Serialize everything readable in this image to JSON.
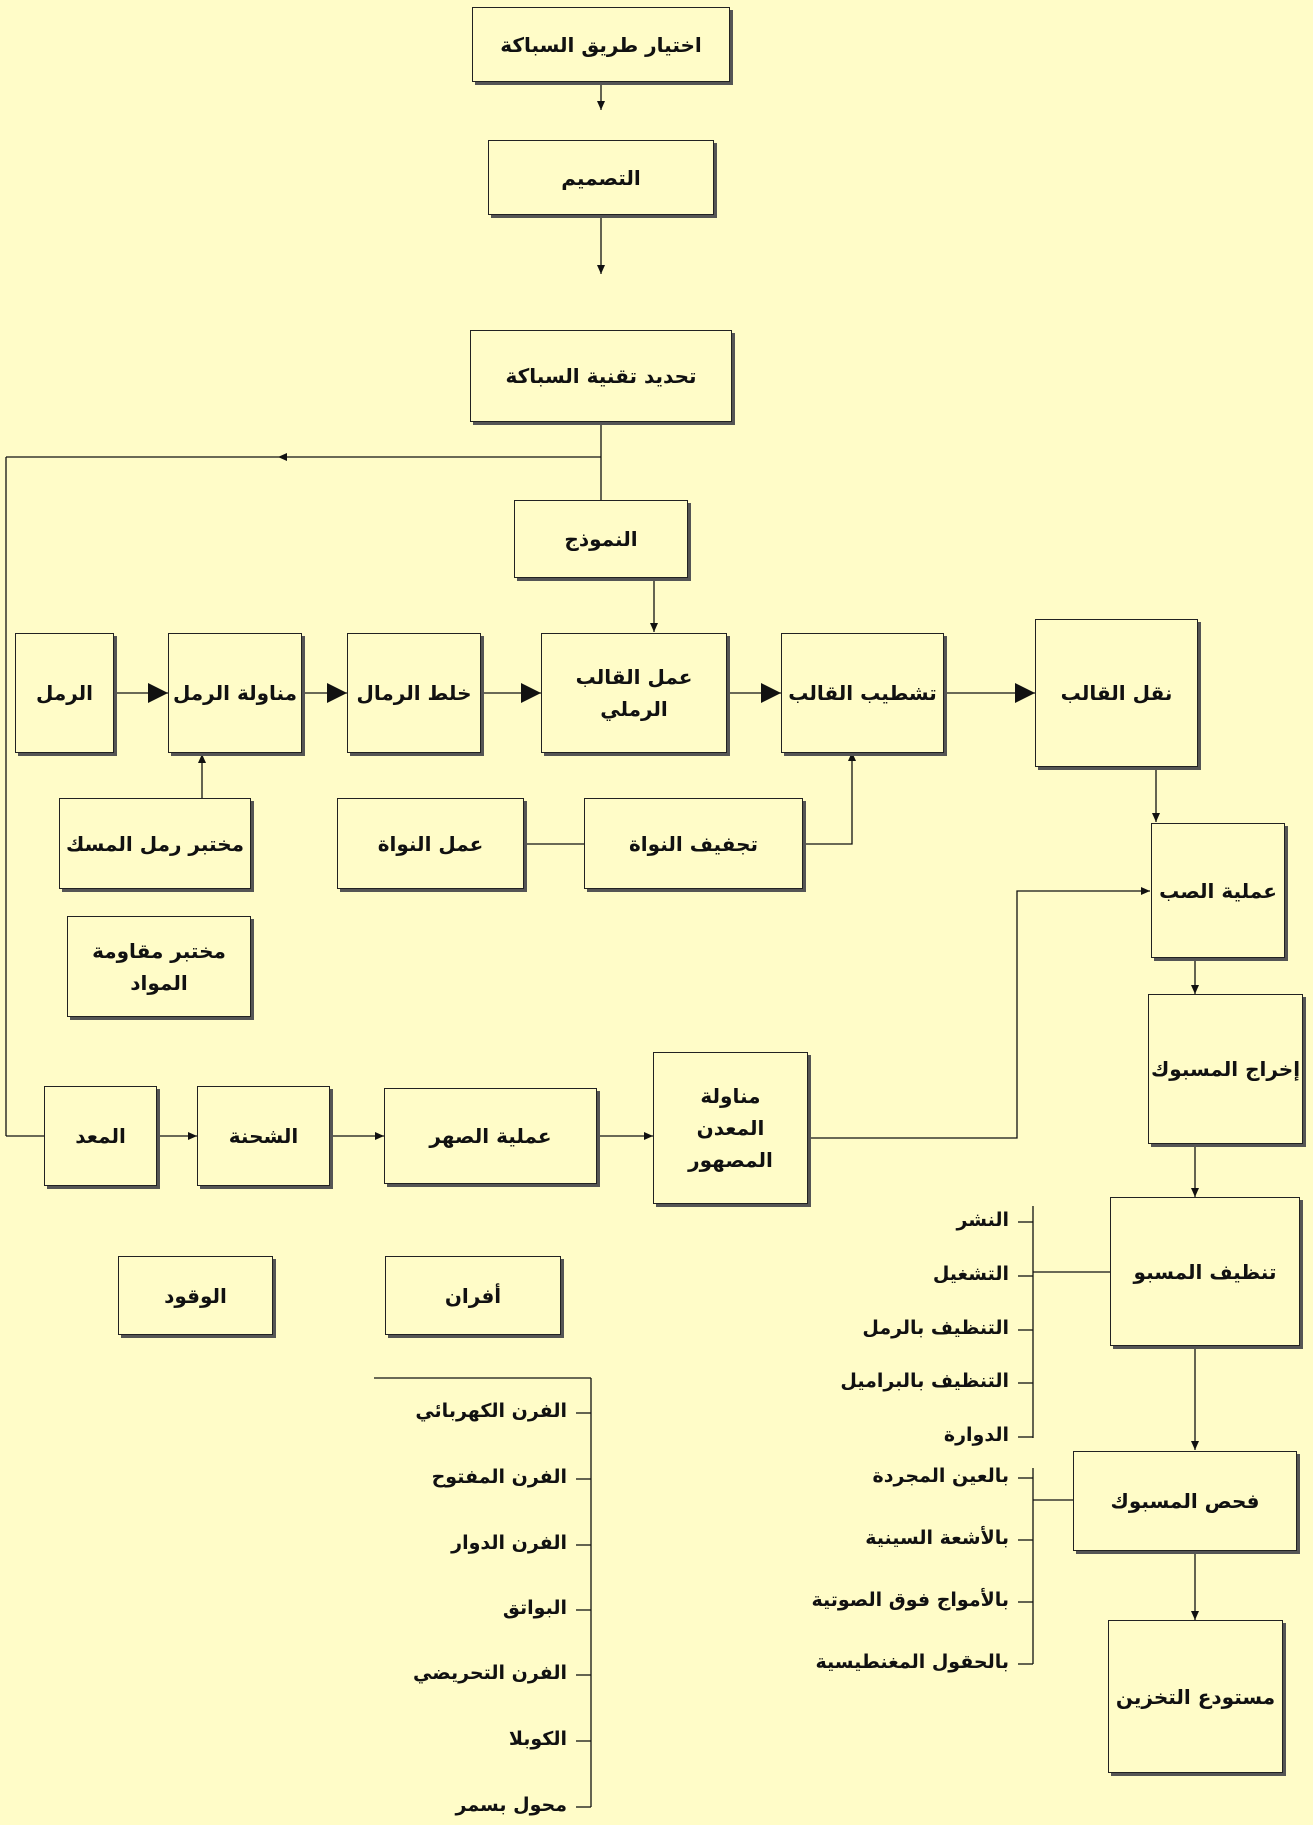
{
  "diagram": {
    "choose_method": "اختيار طريق السباكة",
    "design": "التصميم",
    "technique": "تحديد تقنية السباكة",
    "pattern": "النموذج",
    "sand": "الرمل",
    "sand_handling": "مناولة الرمل",
    "sand_mixing": "خلط الرمال",
    "sand_mold": "عمل القالب الرملي",
    "mold_finishing": "تشطيب القالب",
    "mold_transport": "نقل القالب",
    "sand_lab": "مختبر رمل المسك",
    "core_making": "عمل النواة",
    "core_drying": "تجفيف النواة",
    "materials_lab": "مختبر مقاومة المواد",
    "pouring": "عملية الصب",
    "shakeout": "إخراج المسبوك",
    "metal": "المعد",
    "charge": "الشحنة",
    "melting": "عملية الصهر",
    "molten_handling": "مناولة المعدن المصهور",
    "fuel": "الوقود",
    "furnaces": "أفران",
    "cleaning": "تنظيف المسبو",
    "inspection": "فحص المسبوك",
    "storage": "مستودع التخزين"
  },
  "cleaning_methods": [
    "النشر",
    "التشغيل",
    "التنظيف بالرمل",
    "التنظيف بالبراميل",
    "الدوارة"
  ],
  "inspection_methods": [
    "بالعين المجردة",
    "بالأشعة السينية",
    "بالأمواج فوق الصوتية",
    "بالحقول المغنطيسية"
  ],
  "furnace_types": [
    "الفرن الكهربائي",
    "الفرن المفتوح",
    "الفرن الدوار",
    "البواتق",
    "الفرن التحريضي",
    "الكوبلا",
    "محول بسمر"
  ]
}
